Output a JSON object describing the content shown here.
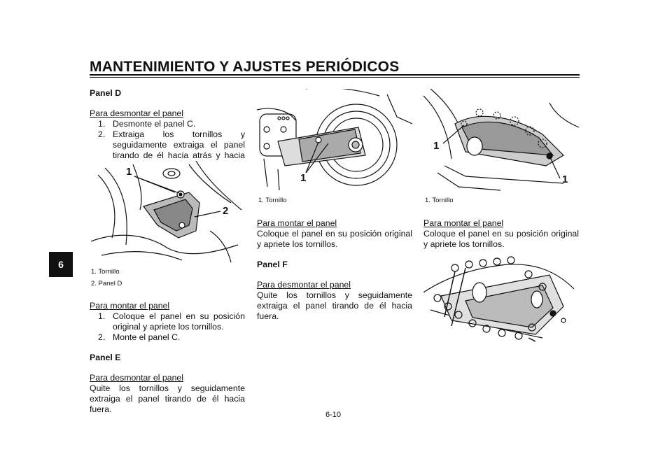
{
  "header": {
    "title": "MANTENIMIENTO Y AJUSTES PERIÓDICOS",
    "chapter_tab": "6",
    "page_number": "6-10"
  },
  "col1": {
    "panel_d_heading": "Panel D",
    "remove_subheading": "Para desmontar el panel",
    "remove_steps": [
      {
        "num": "1.",
        "text": "Desmonte el panel C."
      },
      {
        "num": "2.",
        "text": "Extraiga los tornillos y seguidamente extraiga el panel tirando de él hacia atrás y hacia arriba."
      }
    ],
    "figure_callouts": [
      "1",
      "2"
    ],
    "captions": [
      "1.  Tornillo",
      "2.  Panel D"
    ],
    "install_subheading": "Para montar el panel",
    "install_steps": [
      {
        "num": "1.",
        "text": "Coloque el panel en su posición original y apriete los tornillos."
      },
      {
        "num": "2.",
        "text": "Monte el panel C."
      }
    ],
    "panel_e_heading": "Panel E",
    "panel_e_remove_subheading": "Para desmontar el panel",
    "panel_e_remove_text": "Quite los tornillos y seguidamente extraiga el panel tirando de él hacia fuera."
  },
  "col2": {
    "figure_callouts": [
      "1"
    ],
    "caption": "1.  Tornillo",
    "install_subheading": "Para montar el panel",
    "install_text": "Coloque el panel en su posición original y apriete los tornillos.",
    "panel_f_heading": "Panel F",
    "panel_f_remove_subheading": "Para desmontar el panel",
    "panel_f_remove_text": "Quite los tornillos y seguidamente extraiga el panel tirando de él hacia fuera."
  },
  "col3": {
    "figure_callouts": [
      "1",
      "1"
    ],
    "caption": "1.  Tornillo",
    "install_subheading": "Para montar el panel",
    "install_text": "Coloque el panel en su posición original y apriete los tornillos."
  }
}
